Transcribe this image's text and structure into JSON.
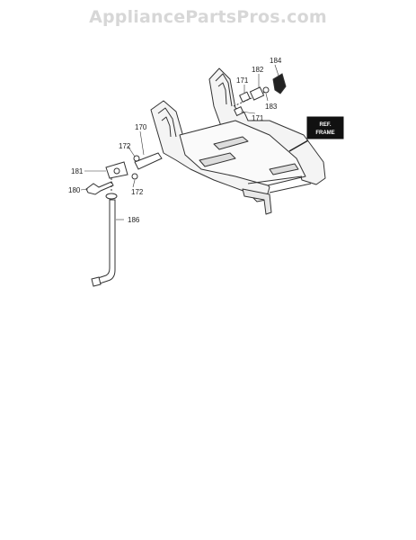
{
  "watermark": "AppliancePartsPros.com",
  "ref_box": {
    "line1": "REF.",
    "line2": "FRAME"
  },
  "parts": {
    "p184": "184",
    "p182": "182",
    "p171a": "171",
    "p183": "183",
    "p171b": "171",
    "p170": "170",
    "p172a": "172",
    "p181": "181",
    "p180": "180",
    "p172b": "172",
    "p186": "186"
  }
}
